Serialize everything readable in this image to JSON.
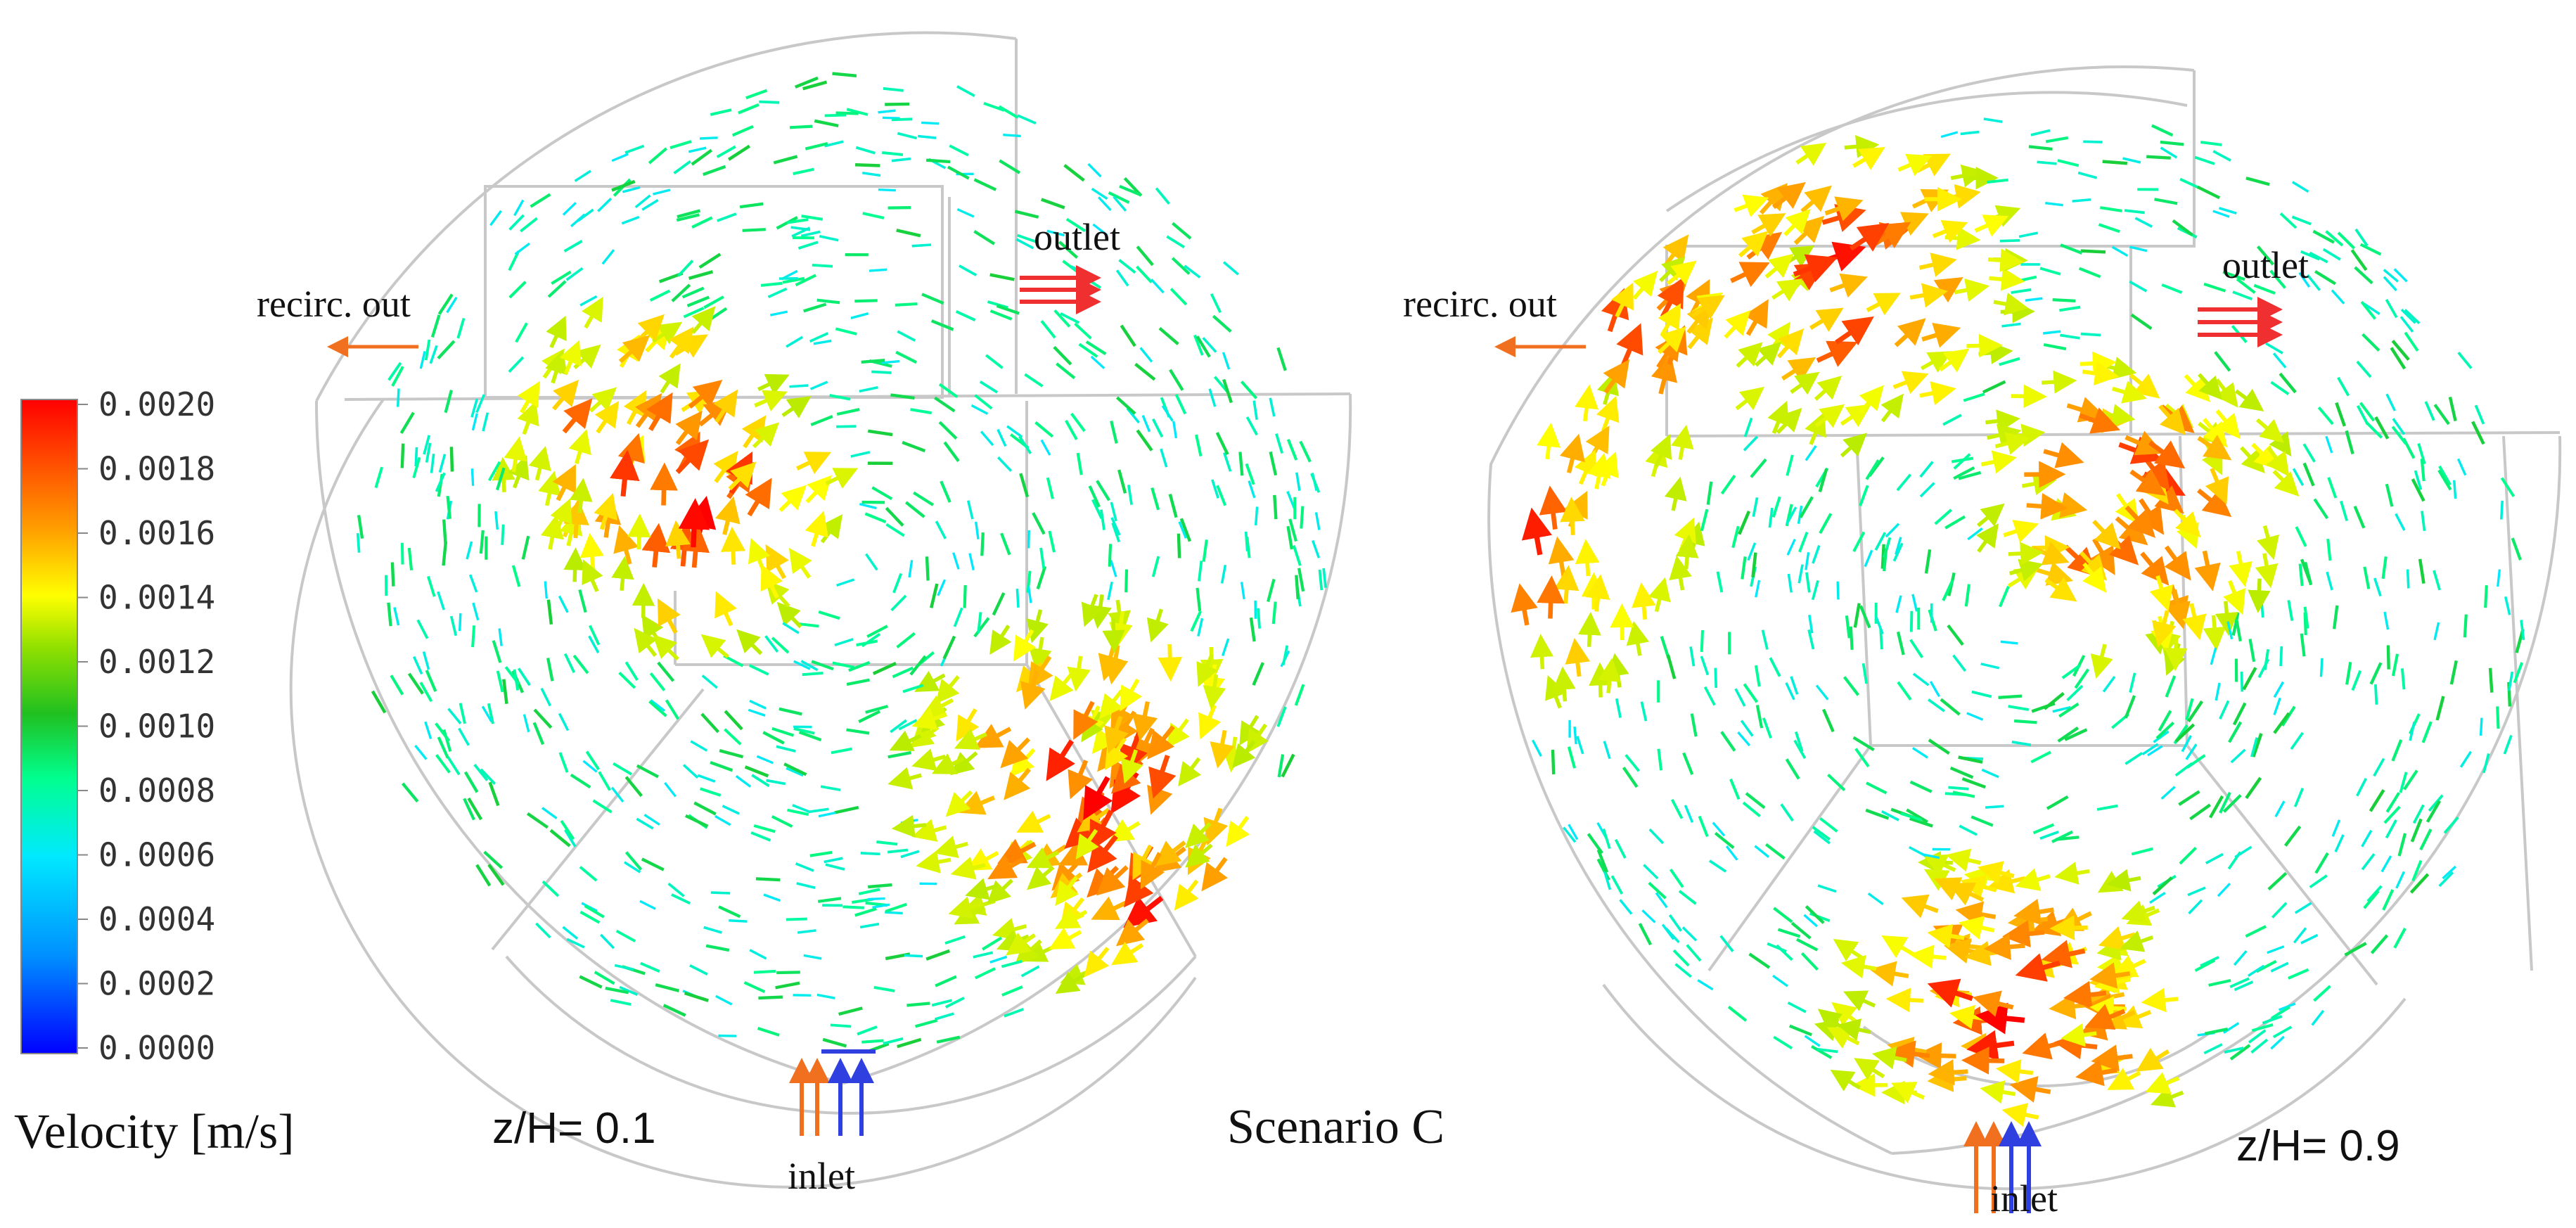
{
  "colorbar": {
    "title": "Velocity [m/s]",
    "ticks": [
      "0.0020",
      "0.0018",
      "0.0016",
      "0.0014",
      "0.0012",
      "0.0010",
      "0.0008",
      "0.0006",
      "0.0004",
      "0.0002",
      "0.0000"
    ],
    "colors": [
      "#0000ff",
      "#0090ff",
      "#00ffff",
      "#00ff80",
      "#20c020",
      "#a0e000",
      "#ffff00",
      "#ffa000",
      "#ff5000",
      "#ff0000"
    ]
  },
  "scenario_label": "Scenario C",
  "left_panel": {
    "plane_label": "z/H= 0.1",
    "outlet_label": "outlet",
    "recirc_label": "recirc. out",
    "inlet_label": "inlet"
  },
  "right_panel": {
    "plane_label": "z/H= 0.9",
    "outlet_label": "outlet",
    "recirc_label": "recirc. out",
    "inlet_label": "inlet"
  },
  "arrow_colors": {
    "outlet": "#f03030",
    "recirc": "#f07020",
    "inlet_orange": "#f07020",
    "inlet_blue": "#3040e0"
  }
}
